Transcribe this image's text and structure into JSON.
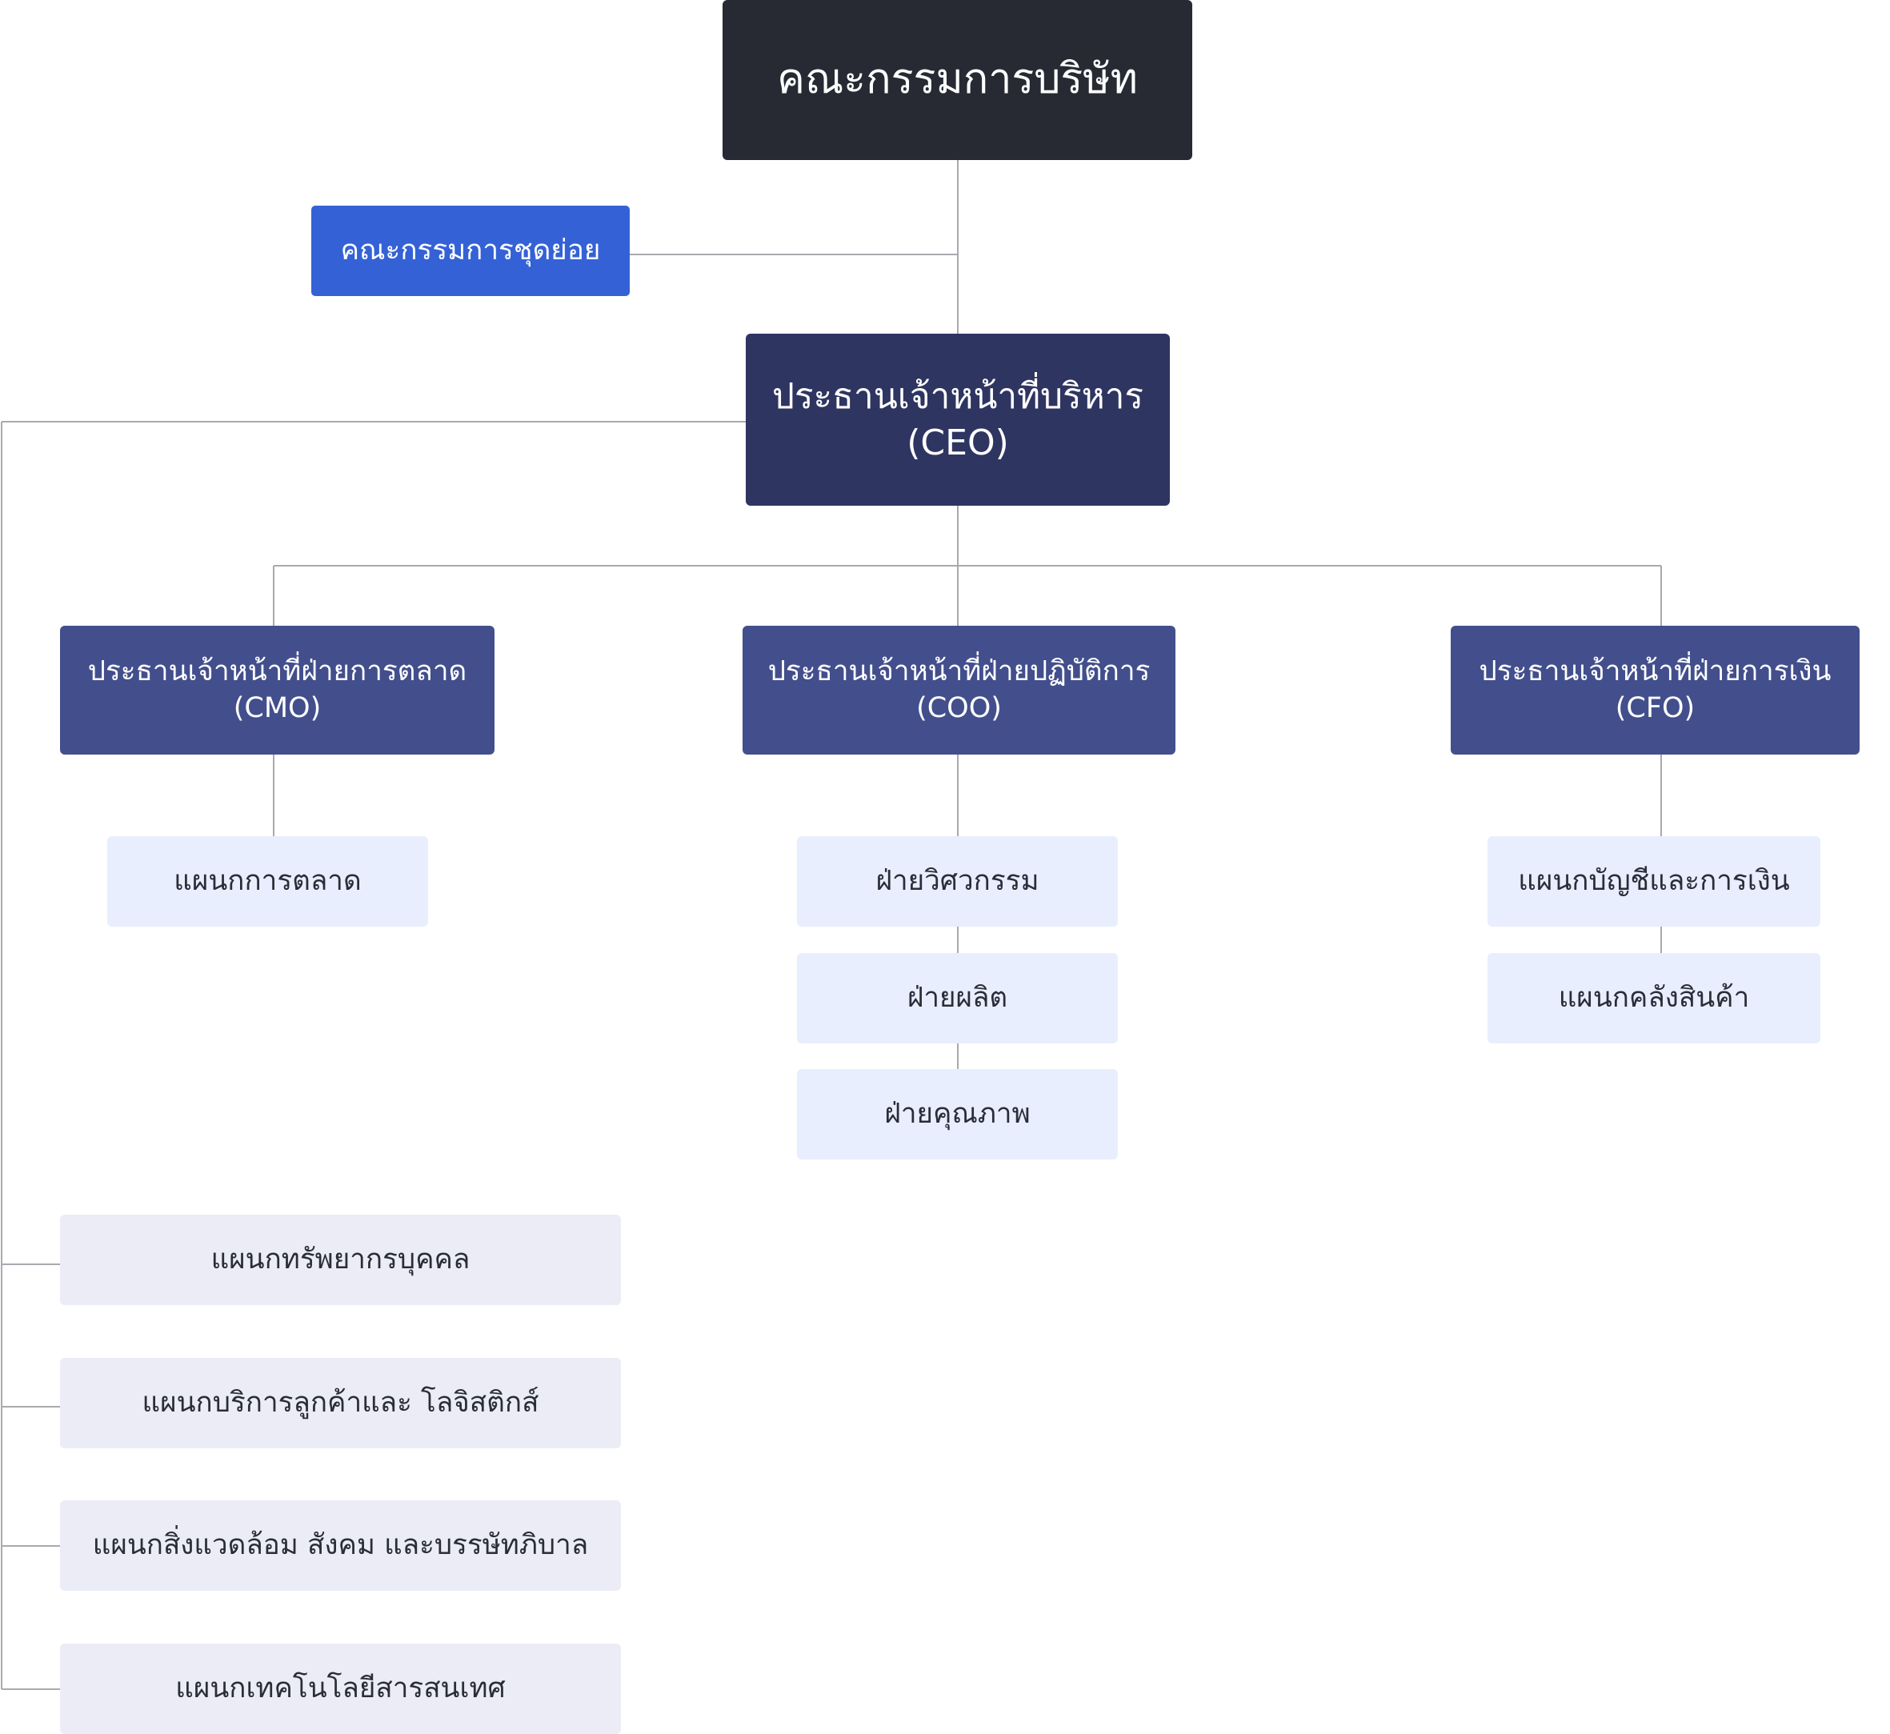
{
  "colors": {
    "board": "#272a33",
    "subcommittee": "#3462d6",
    "ceo": "#2f3561",
    "executive": "#434f8c",
    "department": "#e8eefd",
    "staff_department": "#ebecf5",
    "connector": "#a9a9ae"
  },
  "board": {
    "label": "คณะกรรมการบริษัท"
  },
  "subcommittee": {
    "label": "คณะกรรมการชุดย่อย"
  },
  "ceo": {
    "line1": "ประธานเจ้าหน้าที่บริหาร",
    "line2": "(CEO)"
  },
  "executives": [
    {
      "line1": "ประธานเจ้าหน้าที่ฝ่ายการตลาด",
      "line2": "(CMO)",
      "departments": [
        "แผนกการตลาด"
      ]
    },
    {
      "line1": "ประธานเจ้าหน้าที่ฝ่ายปฏิบัติการ",
      "line2": "(COO)",
      "departments": [
        "ฝ่ายวิศวกรรม",
        "ฝ่ายผลิต",
        "ฝ่ายคุณภาพ"
      ]
    },
    {
      "line1": "ประธานเจ้าหน้าที่ฝ่ายการเงิน",
      "line2": "(CFO)",
      "departments": [
        "แผนกบัญชีและการเงิน",
        "แผนกคลังสินค้า"
      ]
    }
  ],
  "ceo_departments": [
    "แผนกทรัพยากรบุคคล",
    "แผนกบริการลูกค้าและ โลจิสติกส์",
    "แผนกสิ่งแวดล้อม สังคม และบรรษัทภิบาล",
    "แผนกเทคโนโลยีสารสนเทศ"
  ]
}
